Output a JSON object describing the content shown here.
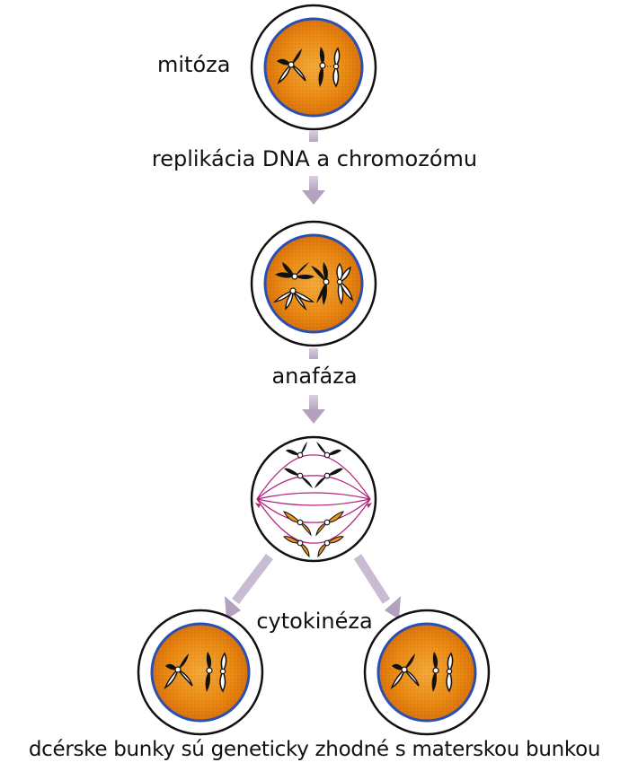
{
  "labels": {
    "mitosis": "mitóza",
    "replication": "replikácia DNA a chromozómu",
    "anaphase": "anafáza",
    "cytokinesis": "cytokinéza",
    "daughter_cells": "dcérske bunky sú geneticky zhodné s materskou bunkou"
  },
  "colors": {
    "cytoplasm_orange": "#e8830f",
    "cytoplasm_center": "#f0a030",
    "nuclear_membrane": "#2b4fb0",
    "chromosome_dark": "#111111",
    "chromosome_light": "#e8951a",
    "spindle": "#b0207a",
    "arrow": "#b8a6c4"
  }
}
